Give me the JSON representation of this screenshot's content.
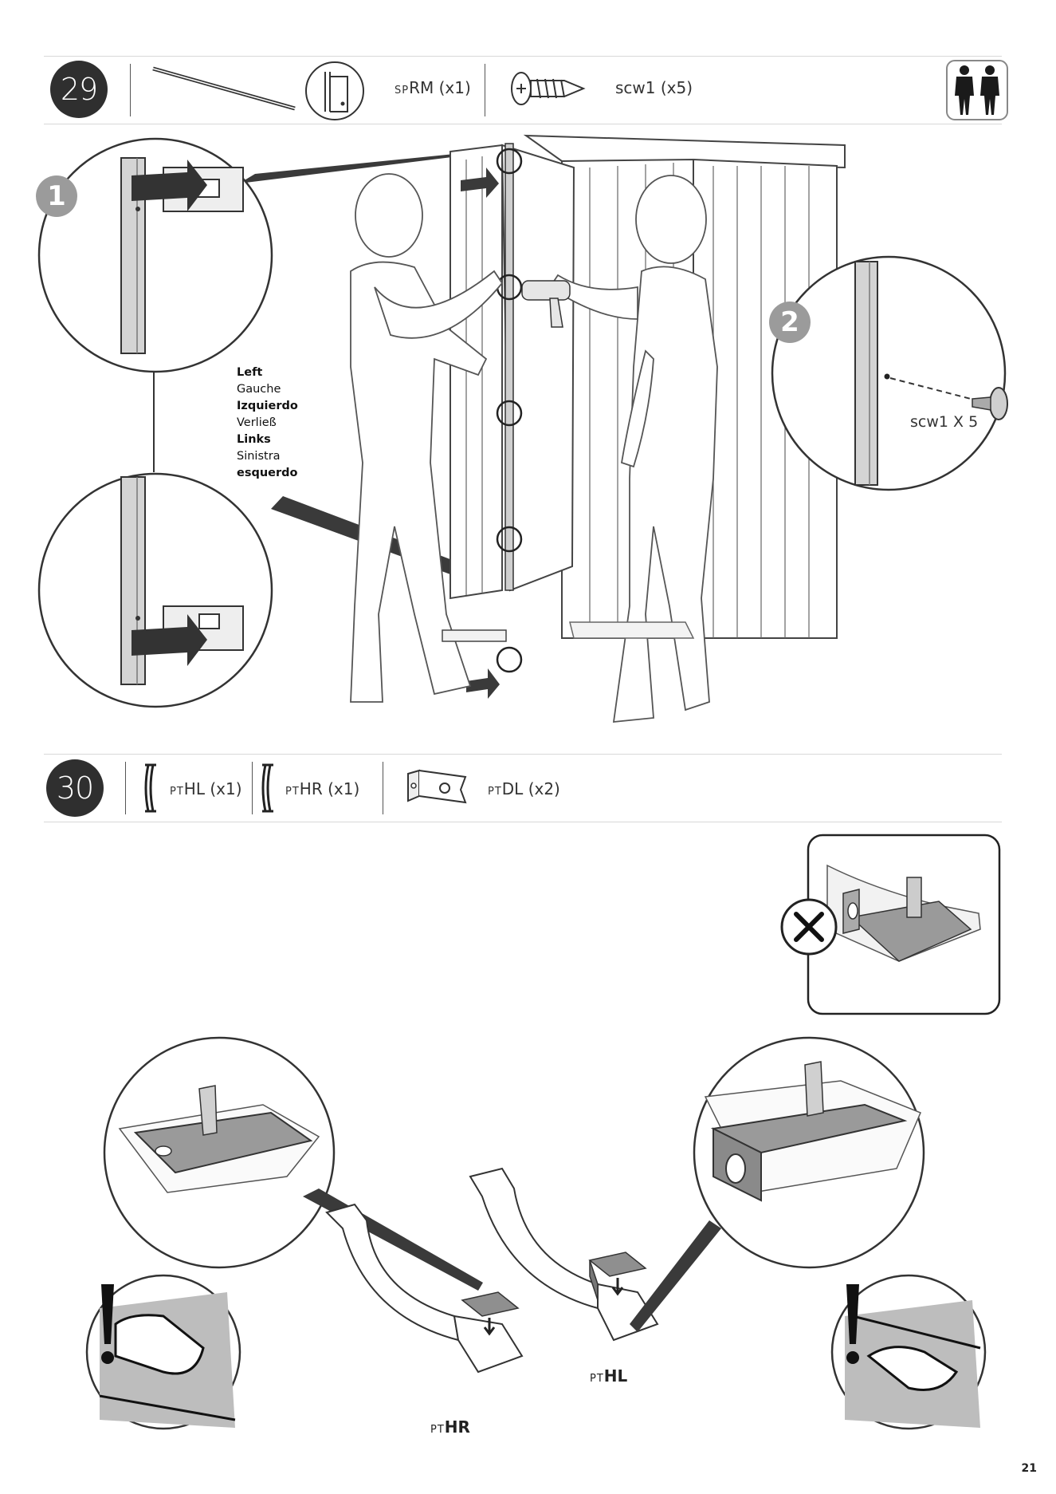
{
  "page_number": "21",
  "step29": {
    "number": "29",
    "parts": [
      {
        "prefix": "SP",
        "name": "RM",
        "qty": "(x1)"
      },
      {
        "prefix": "",
        "name": "scw1",
        "qty": "(x5)"
      }
    ],
    "callout1": "1",
    "callout2": "2",
    "screw_label": "scw1 X 5",
    "door_side_labels": [
      {
        "text": "Left",
        "bold": true
      },
      {
        "text": "Gauche",
        "bold": false
      },
      {
        "text": "Izquierdo",
        "bold": true
      },
      {
        "text": "Verließ",
        "bold": false
      },
      {
        "text": "Links",
        "bold": true
      },
      {
        "text": "Sinistra",
        "bold": false
      },
      {
        "text": "esquerdo",
        "bold": true
      }
    ],
    "icons": [
      "door-rail-icon",
      "door-panel-icon",
      "screw-icon",
      "two-person-icon"
    ]
  },
  "step30": {
    "number": "30",
    "parts": [
      {
        "prefix": "PT",
        "name": "HL",
        "qty": "(x1)"
      },
      {
        "prefix": "PT",
        "name": "HR",
        "qty": "(x1)"
      },
      {
        "prefix": "PT",
        "name": "DL",
        "qty": "(x2)"
      }
    ],
    "assembly_labels": [
      {
        "prefix": "PT",
        "name": "HR"
      },
      {
        "prefix": "PT",
        "name": "HL"
      }
    ],
    "icons": [
      "handle-left-icon",
      "handle-right-icon",
      "bracket-icon",
      "wrong-cross-icon",
      "warning-exclamation-icon"
    ]
  }
}
